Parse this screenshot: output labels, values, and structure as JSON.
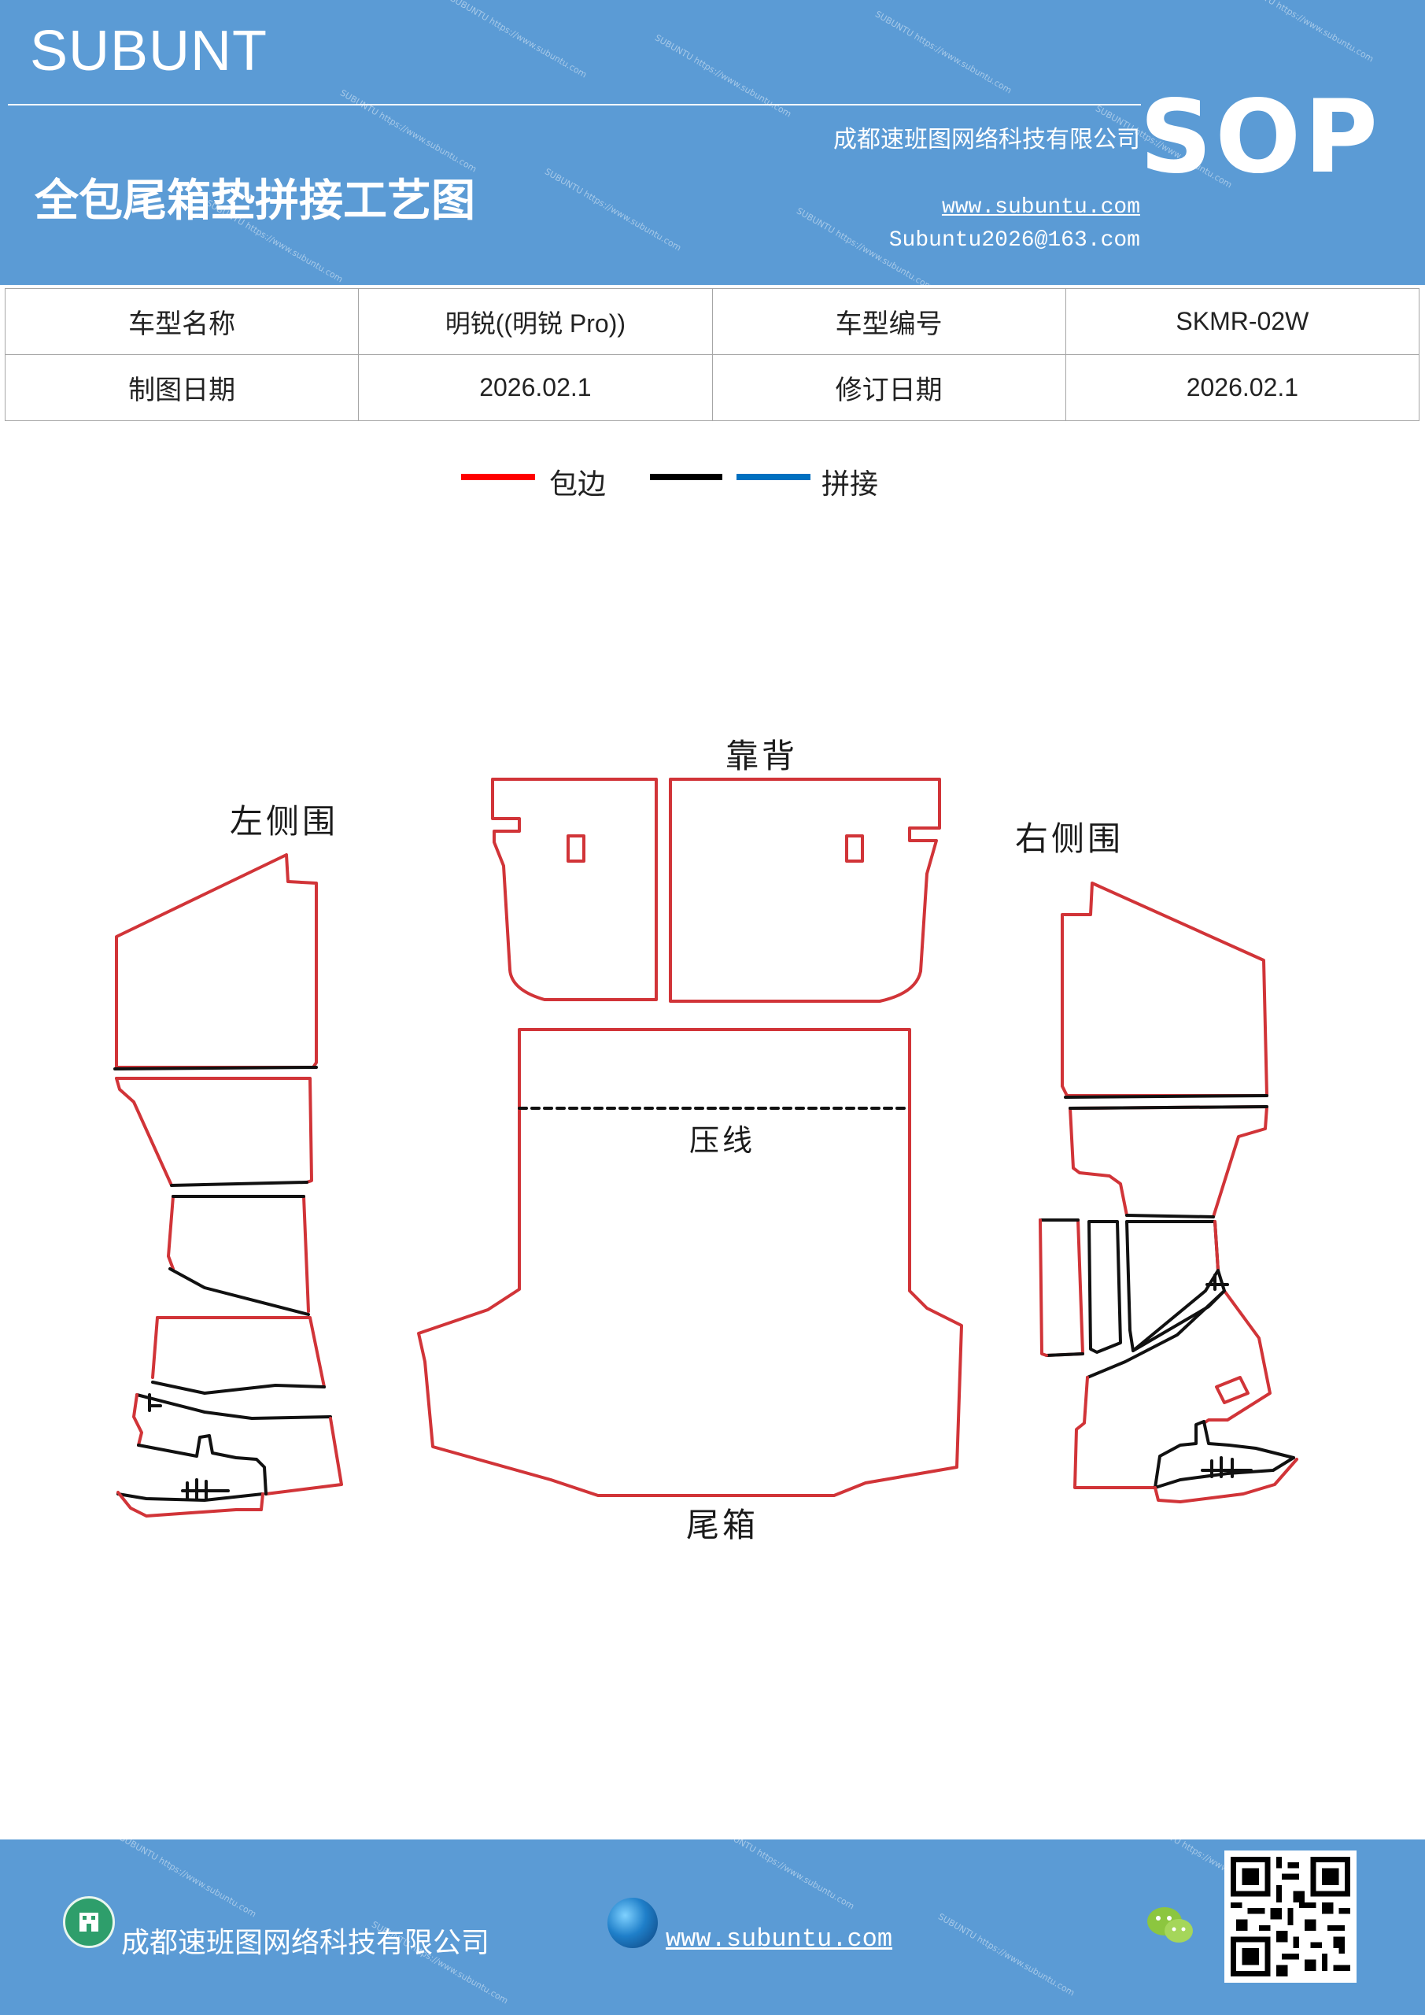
{
  "header": {
    "brand": "SUBUNT",
    "title": "全包尾箱垫拼接工艺图",
    "company": "成都速班图网络科技有限公司",
    "website": "www.subuntu.com",
    "email": "Subuntu2026@163.com",
    "badge": "SOP",
    "background_color": "#5b9bd5"
  },
  "info_table": {
    "rows": [
      [
        {
          "label": "车型名称",
          "value": "明锐((明锐 Pro))"
        },
        {
          "label": "车型编号",
          "value": "SKMR-02W"
        }
      ],
      [
        {
          "label": "制图日期",
          "value": "2026.02.1"
        },
        {
          "label": "修订日期",
          "value": "2026.02.1"
        }
      ]
    ]
  },
  "legend": {
    "items": [
      {
        "color": "#ff0000",
        "label": "包边"
      },
      {
        "color": "#000000",
        "label": ""
      },
      {
        "color": "#0070c0",
        "label": "拼接"
      }
    ]
  },
  "drawing": {
    "labels": {
      "backrest": "靠背",
      "left_side": "左侧围",
      "right_side": "右侧围",
      "crease": "压线",
      "trunk": "尾箱"
    },
    "colors": {
      "binding": "#d13438",
      "seam": "#111111"
    }
  },
  "footer": {
    "company": "成都速班图网络科技有限公司",
    "website": "www.subuntu.com",
    "background_color": "#5b9bd5"
  }
}
